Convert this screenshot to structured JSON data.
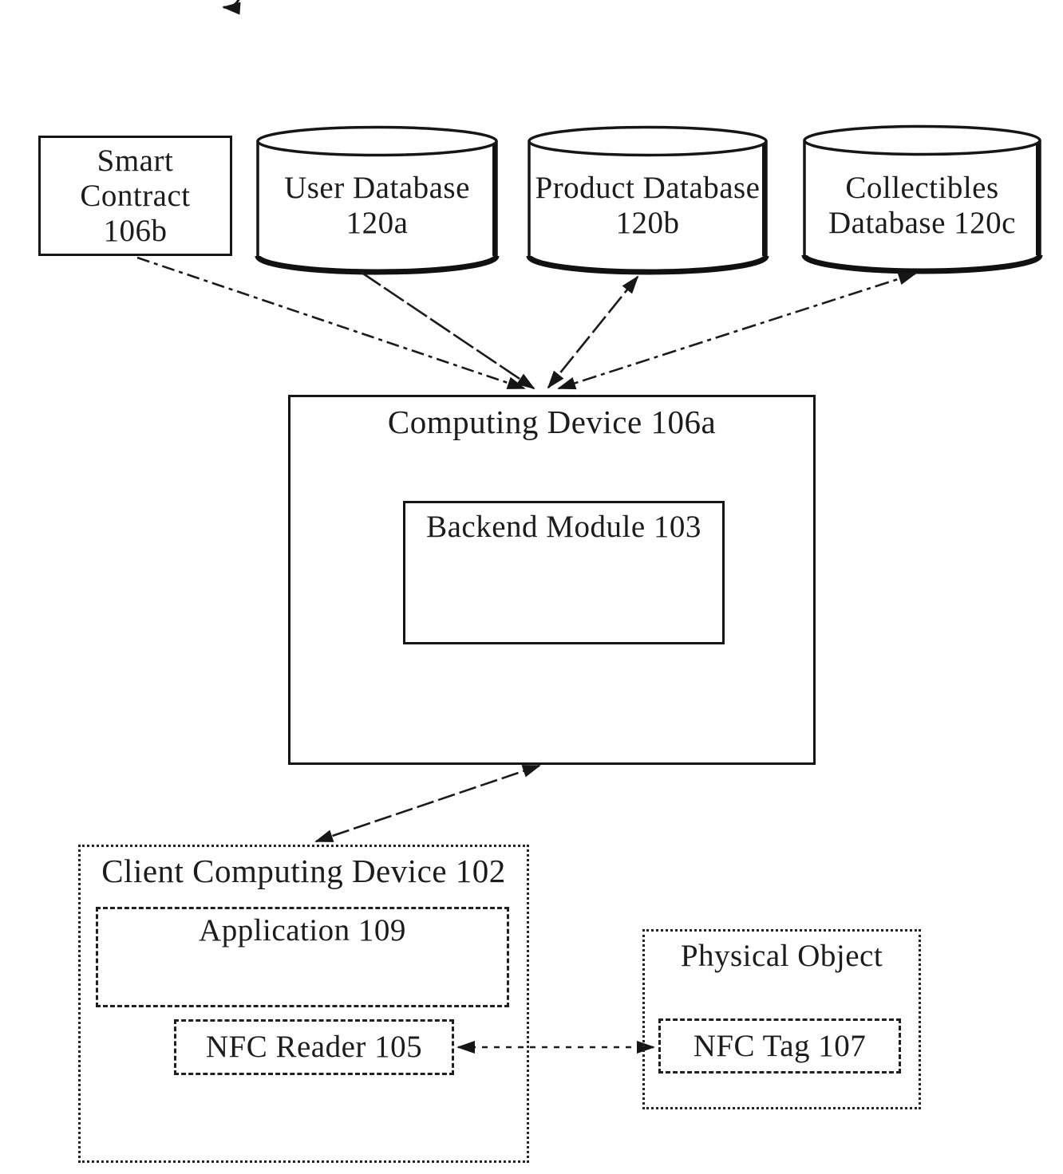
{
  "figure": {
    "kind": "patent-system-diagram",
    "background_color": "#ffffff",
    "ink_color": "#1b1b1b"
  },
  "nodes": {
    "smart_contract": {
      "label": "Smart\nContract\n106b",
      "shape": "rectangle"
    },
    "user_database": {
      "label": "User Database\n120a",
      "shape": "cylinder"
    },
    "product_database": {
      "label": "Product Database\n120b",
      "shape": "cylinder"
    },
    "collectibles_database": {
      "label": "Collectibles\nDatabase 120c",
      "shape": "cylinder"
    },
    "computing_device": {
      "label": "Computing Device 106a",
      "shape": "rectangle"
    },
    "backend_module": {
      "label": "Backend Module 103",
      "shape": "rectangle",
      "parent": "computing_device"
    },
    "client_computing_device": {
      "label": "Client Computing Device 102",
      "shape": "rectangle"
    },
    "application": {
      "label": "Application 109",
      "shape": "rectangle",
      "parent": "client_computing_device"
    },
    "nfc_reader": {
      "label": "NFC Reader 105",
      "shape": "rectangle",
      "parent": "client_computing_device"
    },
    "physical_object": {
      "label": "Physical Object",
      "shape": "rectangle"
    },
    "nfc_tag": {
      "label": "NFC Tag 107",
      "shape": "rectangle",
      "parent": "physical_object"
    }
  },
  "edges": [
    {
      "from": "smart_contract",
      "to": "computing_device",
      "arrows": "to",
      "style": "dash-dot"
    },
    {
      "from": "user_database",
      "to": "computing_device",
      "arrows": "to",
      "style": "dashed"
    },
    {
      "from": "product_database",
      "to": "computing_device",
      "arrows": "both",
      "style": "dashed"
    },
    {
      "from": "collectibles_database",
      "to": "computing_device",
      "arrows": "both",
      "style": "dash-dot"
    },
    {
      "from": "computing_device",
      "to": "client_computing_device",
      "arrows": "both",
      "style": "dashed"
    },
    {
      "from": "nfc_reader",
      "to": "nfc_tag",
      "arrows": "both",
      "style": "dotted"
    }
  ]
}
